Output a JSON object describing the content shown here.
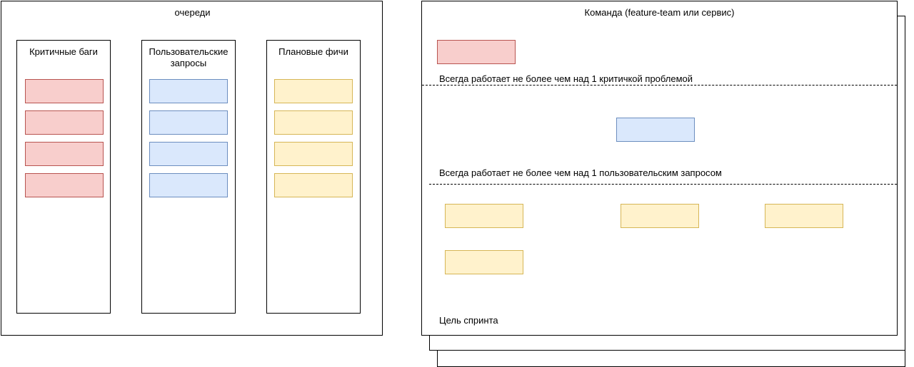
{
  "queues": {
    "title": "очереди",
    "columns": [
      {
        "title": "Критичные баги",
        "color": "red",
        "cards": 4
      },
      {
        "title": "Пользовательские запросы",
        "color": "blue",
        "cards": 4
      },
      {
        "title": "Плановые фичи",
        "color": "yellow",
        "cards": 4
      }
    ]
  },
  "team": {
    "title": "Команда (feature-team или сервис)",
    "critical_limit": "Всегда работает не более чем над 1 критичкой проблемой",
    "request_limit": "Всегда работает не более чем над 1 пользовательским запросом",
    "sprint_goal": "Цель спринта"
  },
  "colors": {
    "red_fill": "#f8cecc",
    "red_stroke": "#b85450",
    "blue_fill": "#dae8fc",
    "blue_stroke": "#6c8ebf",
    "yellow_fill": "#fff2cc",
    "yellow_stroke": "#d6b656"
  }
}
